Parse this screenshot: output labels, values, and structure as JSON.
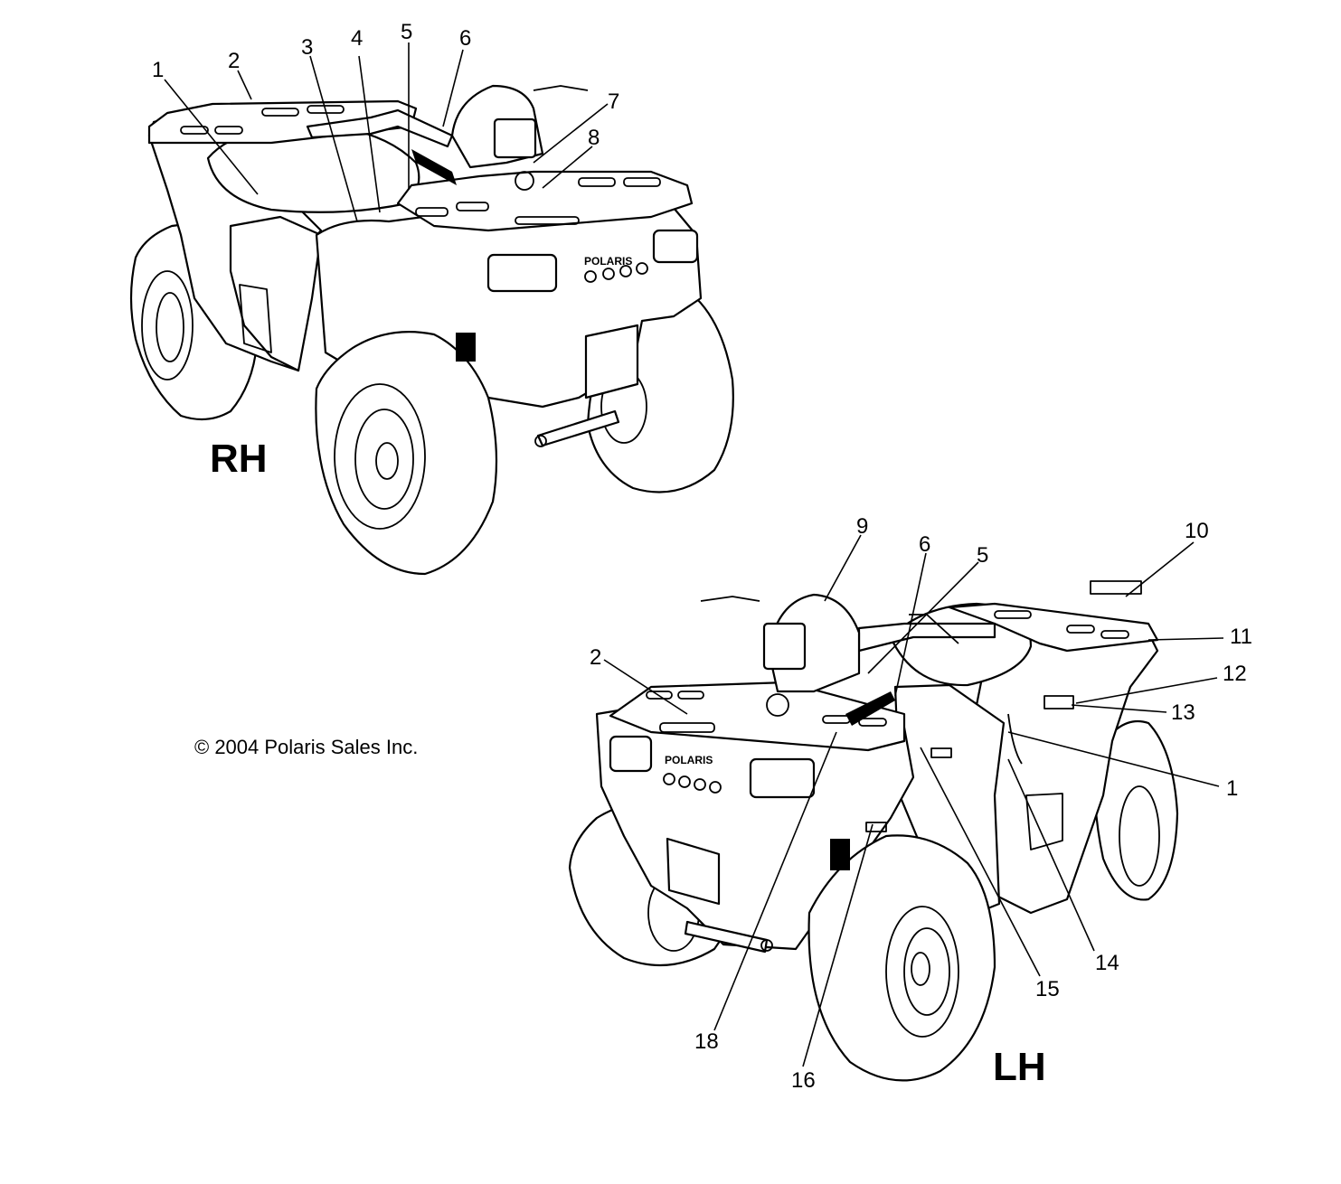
{
  "diagram": {
    "views": [
      {
        "id": "rh",
        "label": "RH"
      },
      {
        "id": "lh",
        "label": "LH"
      }
    ],
    "copyright": "© 2004 Polaris Sales Inc.",
    "brand_text": "POLARIS",
    "callouts_rh": [
      "1",
      "2",
      "3",
      "4",
      "5",
      "6",
      "7",
      "8"
    ],
    "callouts_lh": [
      "9",
      "6",
      "5",
      "10",
      "11",
      "12",
      "13",
      "1",
      "2",
      "14",
      "15",
      "18",
      "16"
    ]
  }
}
